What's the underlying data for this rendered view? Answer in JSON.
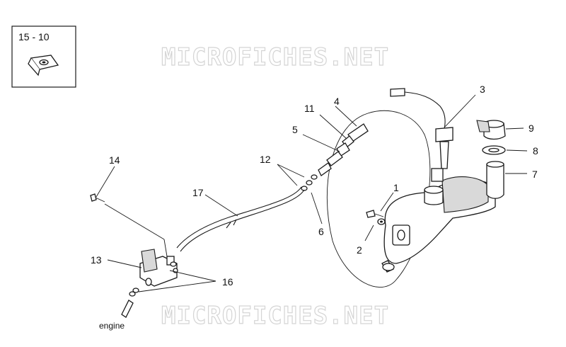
{
  "watermark": {
    "text": "MICROFICHES.NET"
  },
  "inset": {
    "label": "15 - 10"
  },
  "callouts": {
    "c1": "1",
    "c2": "2",
    "c3": "3",
    "c4": "4",
    "c5": "5",
    "c6": "6",
    "c7": "7",
    "c8": "8",
    "c9": "9",
    "c11": "11",
    "c12": "12",
    "c13": "13",
    "c14": "14",
    "c16": "16",
    "c17": "17"
  },
  "engine_label": "engine"
}
